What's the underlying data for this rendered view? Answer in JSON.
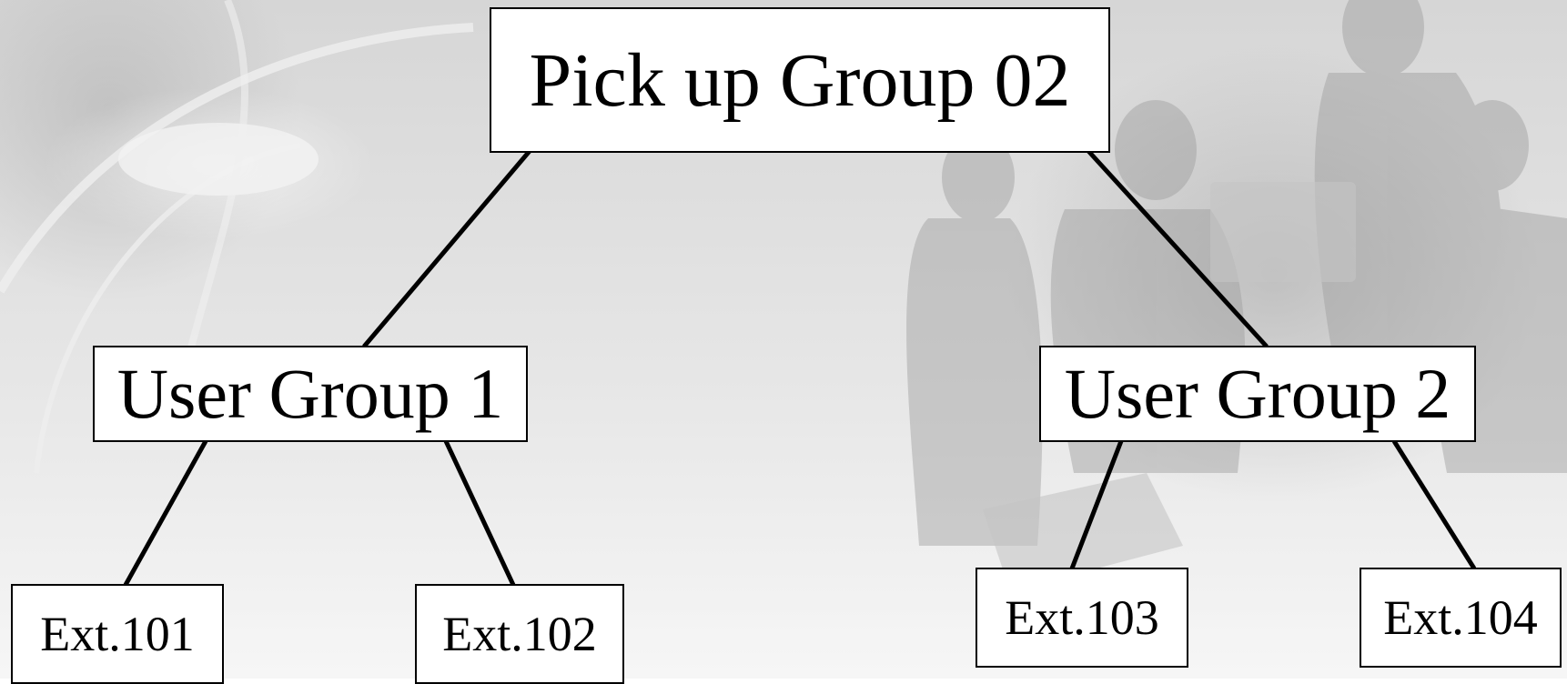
{
  "diagram": {
    "root": {
      "label": "Pick up  Group 02"
    },
    "groups": [
      {
        "label": "User Group 1",
        "extensions": [
          {
            "label": "Ext.101"
          },
          {
            "label": "Ext.102"
          }
        ]
      },
      {
        "label": "User Group 2",
        "extensions": [
          {
            "label": "Ext.103"
          },
          {
            "label": "Ext.104"
          }
        ]
      }
    ]
  }
}
